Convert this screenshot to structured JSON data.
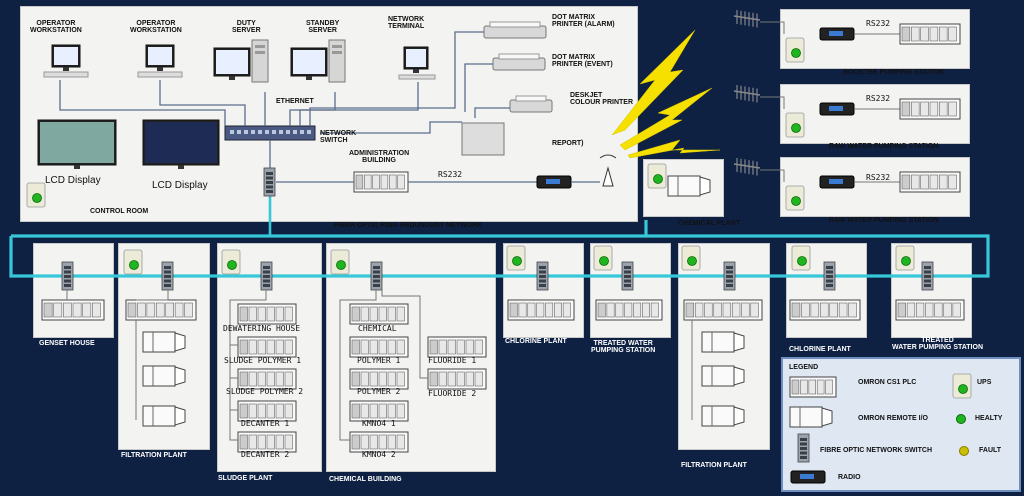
{
  "control_room": {
    "workstation_1": "OPERATOR\nWORKSTATION",
    "workstation_2": "OPERATOR\nWORKSTATION",
    "duty_server": "DUTY\nSERVER",
    "standby_server": "STANDBY\nSERVER",
    "network_terminal": "NETWORK\nTERMINAL",
    "printer_alarm": "DOT MATRIX\nPRINTER (ALARM)",
    "printer_event": "DOT MATRIX\nPRINTER (EVENT)",
    "deskjet": "DESKJET\nCOLOUR PRINTER",
    "report": "REPORT)",
    "ethernet": "ETHERNET",
    "network_switch": "NETWORK\nSWITCH",
    "admin_building": "ADMINISTRATION\nBUILDING",
    "rs232": "RS232",
    "lcd_1": "LCD Display",
    "lcd_2": "LCD Display",
    "control_room": "CONTROL ROOM",
    "fiber_ring": "FIBER OPTIC RING REDUNDUNT NETWORK"
  },
  "remote_stations": [
    {
      "rs232": "RS232",
      "label": "BOOSTER PUMPING STATION"
    },
    {
      "rs232": "RS232",
      "label": "RAW WATER PUMPING STATION"
    },
    {
      "rs232": "RS232",
      "label": "RAW WATER PUMPING STATION"
    }
  ],
  "chemical_plant_top": "CHEMICAL PLANT",
  "plants": {
    "genset": "GENSET HOUSE",
    "filtration_1": "FILTRATION PLANT",
    "sludge": "SLUDGE PLANT",
    "sludge_items": [
      "DEWATERING HOUSE",
      "SLUDGE POLYMER 1",
      "SLUDGE POLYMER 2",
      "DECANTER 1",
      "DECANTER 2"
    ],
    "chemical_building": "CHEMICAL BUILDING",
    "chemical_items": [
      "CHEMICAL",
      "POLYMER 1",
      "POLYMER 2",
      "KMNO4 1",
      "KMNO4 2"
    ],
    "fluoride_items": [
      "FLUORIDE 1",
      "FLUORIDE 2"
    ],
    "chlorine_1": "CHLORINE PLANT",
    "treated_1": "TREATED WATER\nPUMPING STATION",
    "filtration_2": "FILTRATION PLANT",
    "chlorine_2": "CHLORINE PLANT",
    "treated_2": "TREATED\nWATER PUMPING STATION"
  },
  "legend": {
    "title": "LEGEND",
    "plc": "OMRON CS1 PLC",
    "ups": "UPS",
    "remote_io": "OMRON REMOTE I/O",
    "healthy": "HEALTY",
    "switch": "FIBRE OPTIC NETWORK SWITCH",
    "fault": "FAULT",
    "radio": "RADIO"
  },
  "colors": {
    "background": "#0f2143",
    "ring": "#36c7d8",
    "lightning": "#f5e000",
    "healthy": "#1fb51f",
    "fault": "#c8c000"
  }
}
